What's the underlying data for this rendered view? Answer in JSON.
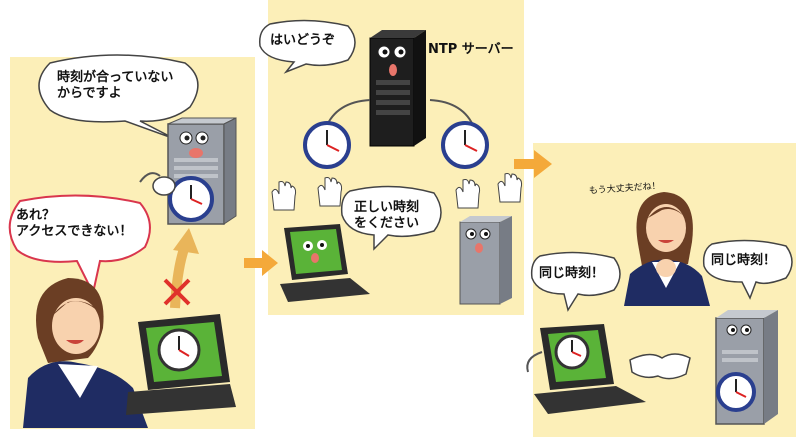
{
  "panel1": {
    "server_speech": "時刻が合っていない\nからですよ",
    "girl_speech": "あれ？\nアクセスできない！"
  },
  "panel2": {
    "ntp_speech": "はいどうぞ",
    "ntp_label": "NTP サーバー",
    "laptop_speech": "正しい時刻\nをください"
  },
  "panel3": {
    "girl_caption": "もう大丈夫だね！",
    "laptop_speech": "同じ時刻！",
    "server_speech": "同じ時刻！"
  },
  "colors": {
    "panel_bg": "#fcefb8",
    "arrow_orange": "#f4a93a",
    "bubble_red_outline": "#d9364d",
    "error_cross": "#e0312b",
    "laptop_screen": "#5ab338",
    "uniform_navy": "#1f2c63"
  },
  "icons": [
    "server-icon",
    "laptop-icon",
    "clock-icon",
    "arrow-icon",
    "cross-icon",
    "glove-hand-icon",
    "handshake-icon",
    "girl-illustration"
  ]
}
